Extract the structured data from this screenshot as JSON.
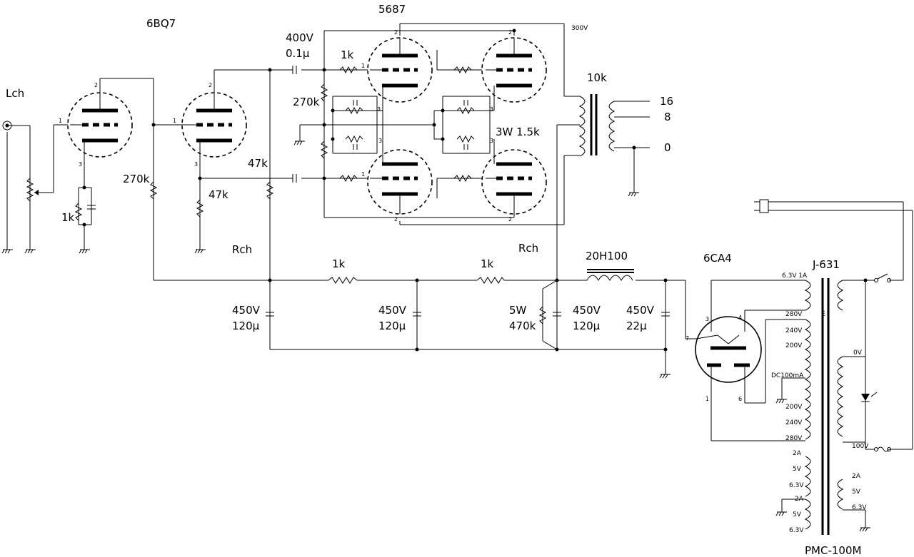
{
  "tubes": {
    "v1": "6BQ7",
    "v2": "5687",
    "v3": "6CA4"
  },
  "channels": {
    "left": "Lch",
    "right": "Rch"
  },
  "components": {
    "r_1k_a": "1k",
    "r_270k": "270k",
    "r_47k_a": "47k",
    "r_47k_b": "47k",
    "c_400v": "400V",
    "c_01u": "0.1µ",
    "r_1k_grid": "1k",
    "r_270k_bias": "270k",
    "r_3w": "3W 1.5k",
    "r_1k_b": "1k",
    "r_1k_c": "1k",
    "r_5w": "5W",
    "r_470k": "470k",
    "c1_v": "450V",
    "c1_u": "120µ",
    "c2_v": "450V",
    "c2_u": "120µ",
    "c3_v": "450V",
    "c3_u": "120µ",
    "c4_v": "450V",
    "c4_u": "22µ",
    "choke": "20H100",
    "ot_z": "10k",
    "b_plus": "300V"
  },
  "output_taps": [
    "16",
    "8",
    "0"
  ],
  "transformer": {
    "name": "J-631",
    "core_name": "PMC-100M",
    "e_mark": "E",
    "heater": "6.3V 1A",
    "taps_left": [
      "280V",
      "240V",
      "200V",
      "DC100mA",
      "200V",
      "240V",
      "280V"
    ],
    "taps_primary": [
      "0V",
      "100V"
    ],
    "low_left": [
      "2A",
      "5V",
      "6.3V",
      "2A",
      "5V",
      "6.3V"
    ],
    "low_right": [
      "2A",
      "5V",
      "6.3V"
    ]
  },
  "pins": {
    "one": "1",
    "two": "2",
    "three": "3",
    "six": "6",
    "seven": "7",
    "four": "4"
  }
}
